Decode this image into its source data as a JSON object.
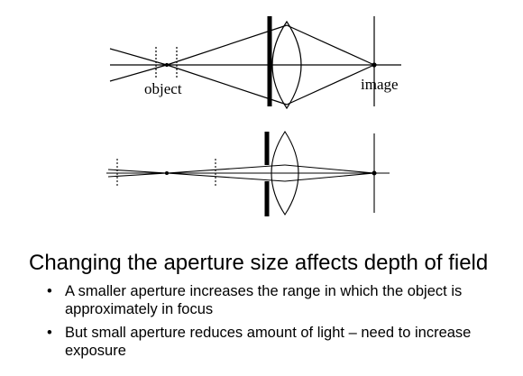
{
  "diagram": {
    "top": {
      "object_label": "object",
      "image_label": "image"
    }
  },
  "heading": "Changing the aperture size affects depth of field",
  "bullets": [
    "A smaller aperture increases the range in which the object is approximately in focus",
    "But small aperture reduces amount of light – need to increase exposure"
  ],
  "colors": {
    "ink": "#000000",
    "background": "#ffffff"
  }
}
